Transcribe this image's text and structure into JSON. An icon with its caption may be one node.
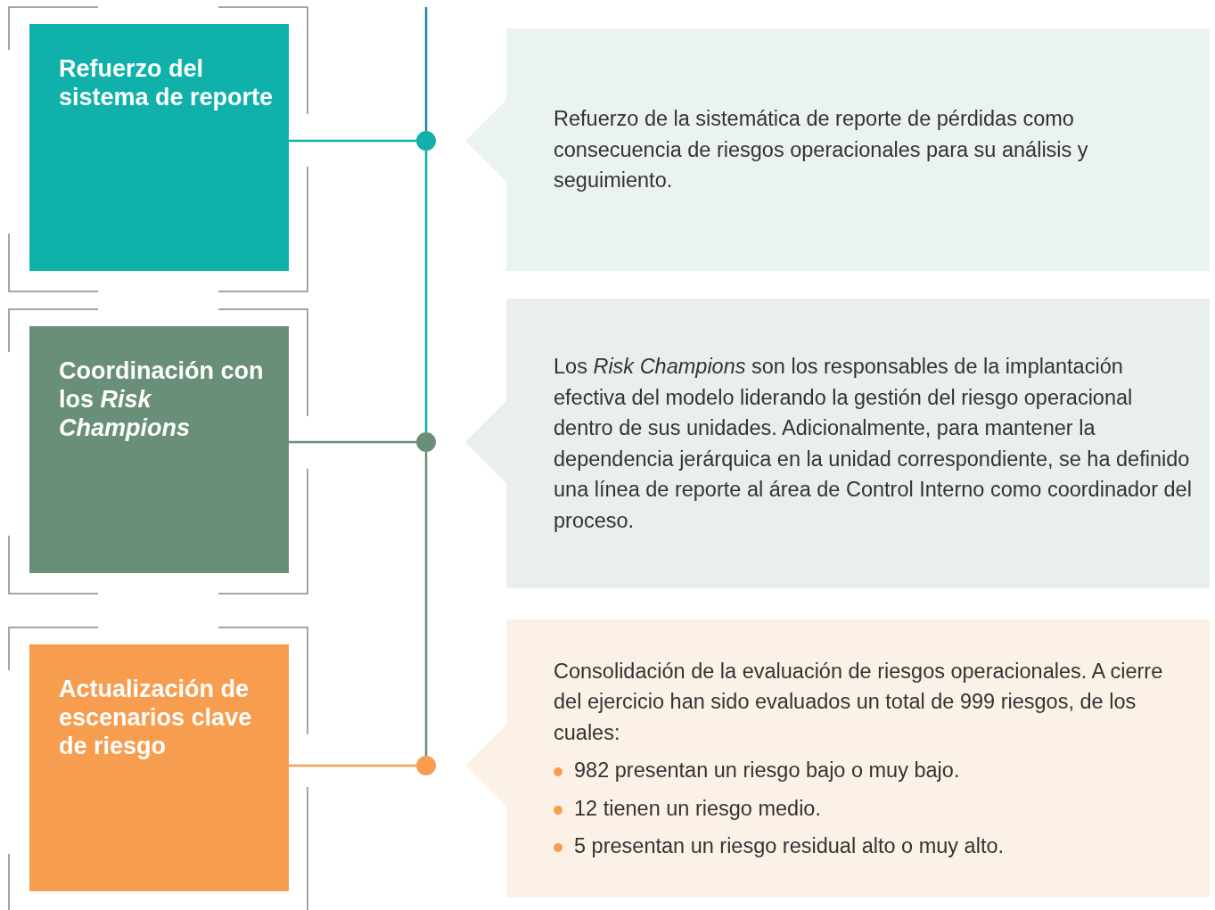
{
  "diagram": {
    "nodes": [
      {
        "text": [
          "Refuerzo del sistema de reporte"
        ]
      },
      {
        "text": [
          "Coordinación con los *Risk Champions*"
        ]
      },
      {
        "text": [
          "Actualización de escenarios clave de riesgo"
        ]
      },
      {
        "text": [
          "Refuerzo de la sistemática de reporte de pérdidas como consecuencia de riesgos operacionales para su análisis y seguimiento."
        ]
      },
      {
        "text": [
          "Los *Risk Champions* son los responsables de la implantación efectiva del modelo liderando la gestión del riesgo operacional dentro de sus unidades. Adicionalmente, para mantener la dependencia jerárquica en la unidad correspondiente, se ha definido una línea de reporte al área de Control Interno como coordinador del proceso."
        ]
      },
      {
        "text": [
          "Consolidación de la evaluación de riesgos operacionales. A cierre del ejercicio han sido evaluados un total de 999 riesgos, de los cuales:",
          "982 presentan un riesgo bajo o muy bajo.",
          "12 tienen un riesgo medio.",
          "5 presentan un riesgo residual alto o muy alto."
        ]
      },
      {
        "text": [],
        "shape": "circle"
      },
      {
        "text": [],
        "shape": "circle"
      },
      {
        "text": [],
        "shape": "circle"
      }
    ],
    "edges": [
      {
        "from": 0,
        "to": 6,
        "arrow": "none",
        "color": "#0fb1aa"
      },
      {
        "from": 1,
        "to": 7,
        "arrow": "none",
        "color": "#6a8f78"
      },
      {
        "from": 2,
        "to": 8,
        "arrow": "none",
        "color": "#f79d50"
      },
      {
        "from": 6,
        "to": 7,
        "arrow": "none",
        "color": "#0fb1aa"
      },
      {
        "from": 7,
        "to": 8,
        "arrow": "none",
        "color": "#6a8f78"
      }
    ]
  }
}
